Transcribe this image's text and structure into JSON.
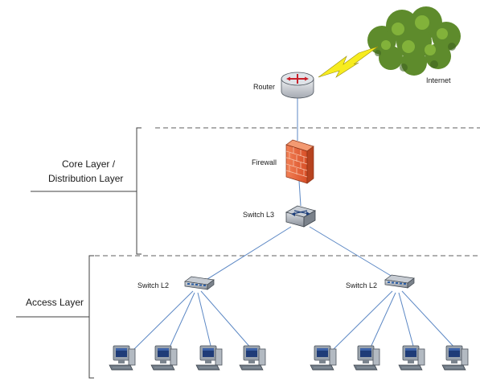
{
  "labels": {
    "router": "Router",
    "internet": "Internet",
    "firewall": "Firewall",
    "switch_l3": "Switch L3",
    "switch_l2_left": "Switch L2",
    "switch_l2_right": "Switch L2",
    "core_layer_line1": "Core Layer /",
    "core_layer_line2": "Distribution Layer",
    "access_layer": "Access Layer"
  },
  "icons": {
    "cloud": "internet-cloud-icon",
    "lightning": "lightning-bolt-icon",
    "router": "router-icon",
    "firewall": "firewall-brick-icon",
    "switch_l3": "layer3-switch-icon",
    "switch_l2": "layer2-switch-icon",
    "workstation": "workstation-computer-icon"
  },
  "colors": {
    "link_line": "#5b87c4",
    "bracket_line": "#404040",
    "dashed_divider": "#7f7f7f",
    "cloud_green": "#5e8b2c",
    "lightning_yellow": "#f7ec1f",
    "firewall_brick": "#e8643b"
  }
}
